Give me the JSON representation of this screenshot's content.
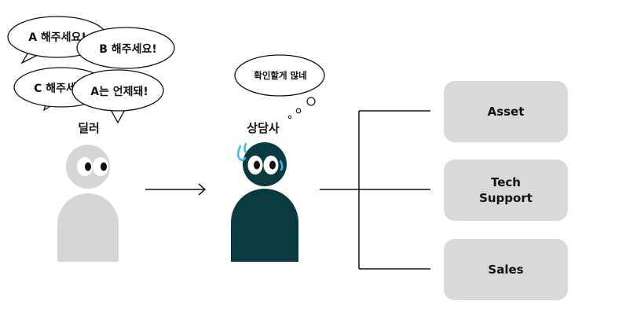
{
  "colors": {
    "dealer_body": "#d6d6d6",
    "counselor_body": "#083a40",
    "sweat": "#39b6ea",
    "department_box": "#d9d9d9",
    "line": "#111111"
  },
  "dealer": {
    "label": "딜러",
    "requests": [
      "A 해주세요!",
      "B 해주세요!",
      "C 해주세",
      "A는 언제돼!"
    ]
  },
  "counselor": {
    "label": "상담사",
    "thought": "확인할게 많네"
  },
  "departments": [
    {
      "label": "Asset"
    },
    {
      "label": "Tech\nSupport"
    },
    {
      "label": "Sales"
    }
  ]
}
